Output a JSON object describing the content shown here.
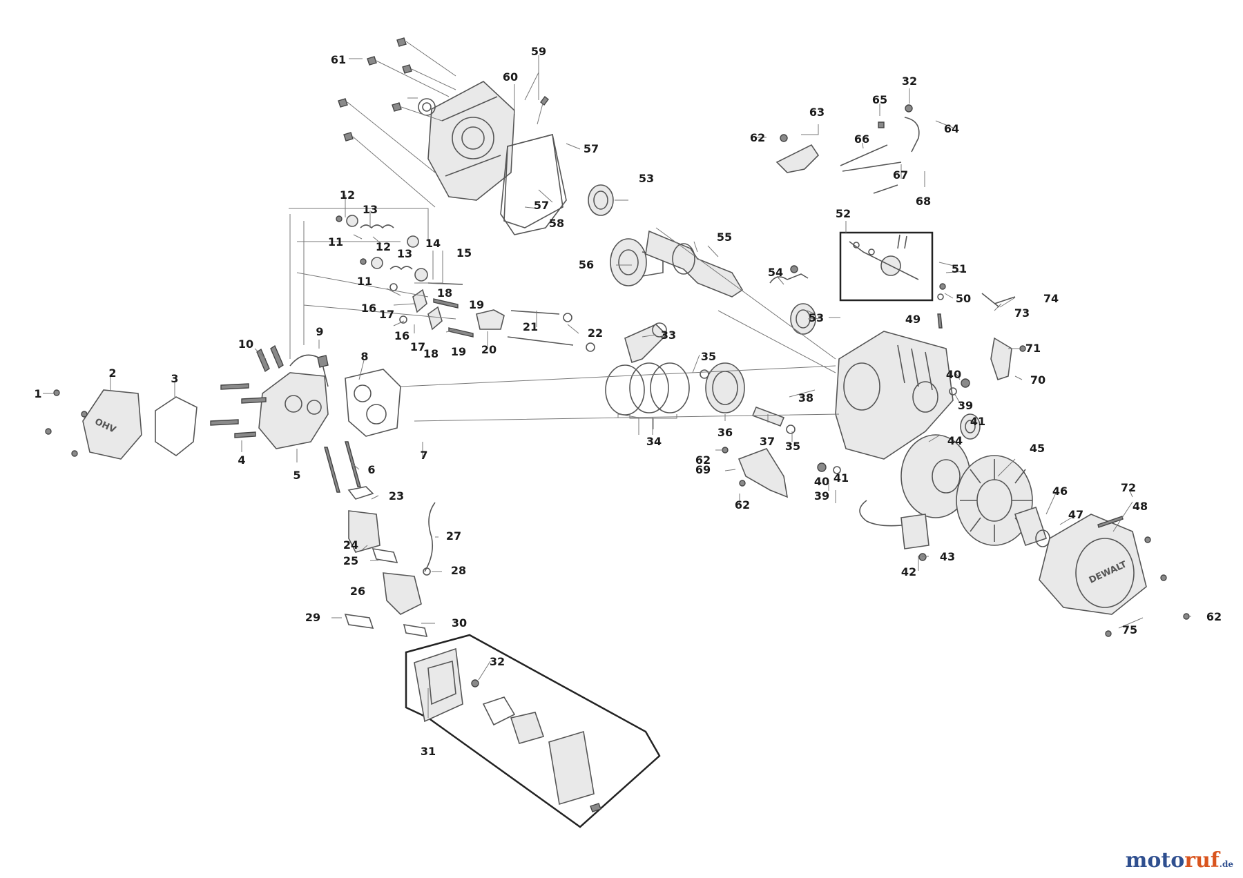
{
  "diagram": {
    "callouts": [
      {
        "id": "c1",
        "text": "1"
      },
      {
        "id": "c2",
        "text": "2"
      },
      {
        "id": "c3",
        "text": "3"
      },
      {
        "id": "c4",
        "text": "4"
      },
      {
        "id": "c5",
        "text": "5"
      },
      {
        "id": "c6",
        "text": "6"
      },
      {
        "id": "c7",
        "text": "7"
      },
      {
        "id": "c8",
        "text": "8"
      },
      {
        "id": "c9",
        "text": "9"
      },
      {
        "id": "c10",
        "text": "10"
      },
      {
        "id": "c11a",
        "text": "11"
      },
      {
        "id": "c11b",
        "text": "11"
      },
      {
        "id": "c12a",
        "text": "12"
      },
      {
        "id": "c12b",
        "text": "12"
      },
      {
        "id": "c13a",
        "text": "13"
      },
      {
        "id": "c13b",
        "text": "13"
      },
      {
        "id": "c14",
        "text": "14"
      },
      {
        "id": "c15",
        "text": "15"
      },
      {
        "id": "c16a",
        "text": "16"
      },
      {
        "id": "c16b",
        "text": "16"
      },
      {
        "id": "c17a",
        "text": "17"
      },
      {
        "id": "c17b",
        "text": "17"
      },
      {
        "id": "c18a",
        "text": "18"
      },
      {
        "id": "c18b",
        "text": "18"
      },
      {
        "id": "c19a",
        "text": "19"
      },
      {
        "id": "c19b",
        "text": "19"
      },
      {
        "id": "c20",
        "text": "20"
      },
      {
        "id": "c21",
        "text": "21"
      },
      {
        "id": "c22",
        "text": "22"
      },
      {
        "id": "c23",
        "text": "23"
      },
      {
        "id": "c24",
        "text": "24"
      },
      {
        "id": "c25",
        "text": "25"
      },
      {
        "id": "c26",
        "text": "26"
      },
      {
        "id": "c27",
        "text": "27"
      },
      {
        "id": "c28",
        "text": "28"
      },
      {
        "id": "c29",
        "text": "29"
      },
      {
        "id": "c30",
        "text": "30"
      },
      {
        "id": "c31",
        "text": "31"
      },
      {
        "id": "c32a",
        "text": "32"
      },
      {
        "id": "c32b",
        "text": "32"
      },
      {
        "id": "c33",
        "text": "33"
      },
      {
        "id": "c34",
        "text": "34"
      },
      {
        "id": "c35a",
        "text": "35"
      },
      {
        "id": "c35b",
        "text": "35"
      },
      {
        "id": "c36",
        "text": "36"
      },
      {
        "id": "c37",
        "text": "37"
      },
      {
        "id": "c38",
        "text": "38"
      },
      {
        "id": "c39a",
        "text": "39"
      },
      {
        "id": "c39b",
        "text": "39"
      },
      {
        "id": "c40a",
        "text": "40"
      },
      {
        "id": "c40b",
        "text": "40"
      },
      {
        "id": "c41a",
        "text": "41"
      },
      {
        "id": "c41b",
        "text": "41"
      },
      {
        "id": "c42",
        "text": "42"
      },
      {
        "id": "c43",
        "text": "43"
      },
      {
        "id": "c44",
        "text": "44"
      },
      {
        "id": "c45",
        "text": "45"
      },
      {
        "id": "c46",
        "text": "46"
      },
      {
        "id": "c47",
        "text": "47"
      },
      {
        "id": "c48",
        "text": "48"
      },
      {
        "id": "c49",
        "text": "49"
      },
      {
        "id": "c50",
        "text": "50"
      },
      {
        "id": "c51",
        "text": "51"
      },
      {
        "id": "c52",
        "text": "52"
      },
      {
        "id": "c53a",
        "text": "53"
      },
      {
        "id": "c53b",
        "text": "53"
      },
      {
        "id": "c54",
        "text": "54"
      },
      {
        "id": "c55",
        "text": "55"
      },
      {
        "id": "c56",
        "text": "56"
      },
      {
        "id": "c57a",
        "text": "57"
      },
      {
        "id": "c57b",
        "text": "57"
      },
      {
        "id": "c58",
        "text": "58"
      },
      {
        "id": "c59",
        "text": "59"
      },
      {
        "id": "c60",
        "text": "60"
      },
      {
        "id": "c61",
        "text": "61"
      },
      {
        "id": "c62a",
        "text": "62"
      },
      {
        "id": "c62b",
        "text": "62"
      },
      {
        "id": "c62c",
        "text": "62"
      },
      {
        "id": "c62d",
        "text": "62"
      },
      {
        "id": "c63",
        "text": "63"
      },
      {
        "id": "c64",
        "text": "64"
      },
      {
        "id": "c65",
        "text": "65"
      },
      {
        "id": "c66",
        "text": "66"
      },
      {
        "id": "c67",
        "text": "67"
      },
      {
        "id": "c68",
        "text": "68"
      },
      {
        "id": "c69",
        "text": "69"
      },
      {
        "id": "c70",
        "text": "70"
      },
      {
        "id": "c71",
        "text": "71"
      },
      {
        "id": "c72",
        "text": "72"
      },
      {
        "id": "c73",
        "text": "73"
      },
      {
        "id": "c74",
        "text": "74"
      },
      {
        "id": "c75",
        "text": "75"
      }
    ],
    "part_markings": {
      "valve_cover": "OHV",
      "recoil_cover": "DEWALT"
    }
  },
  "watermark": {
    "part1": "moto",
    "part2": "ruf",
    "part3": ".de"
  }
}
